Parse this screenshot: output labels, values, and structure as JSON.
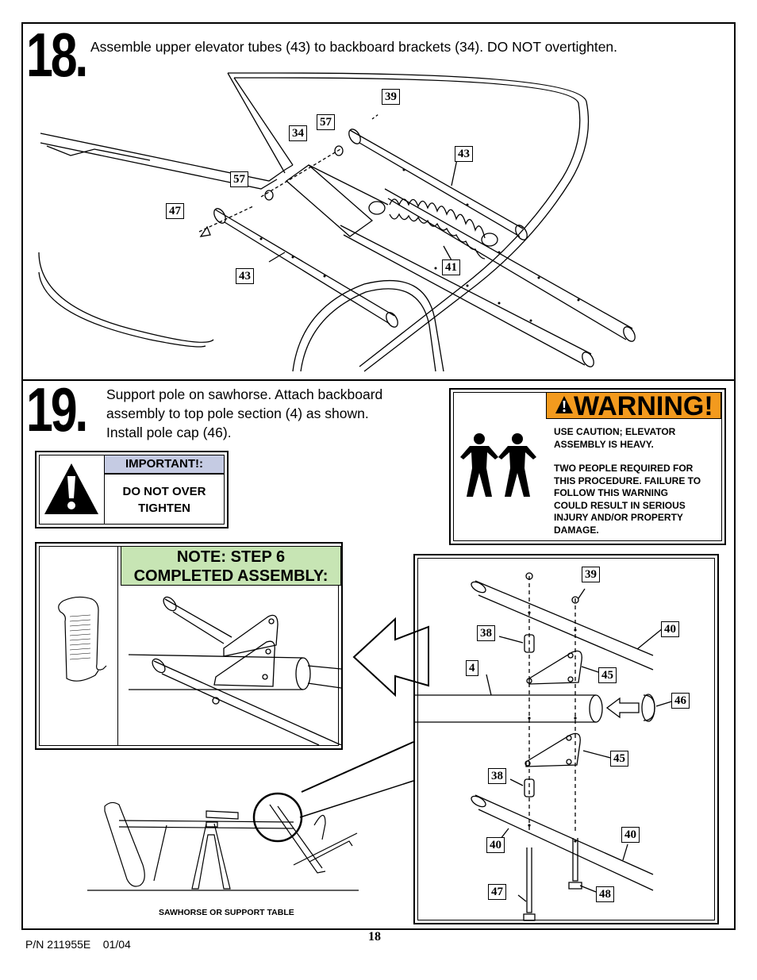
{
  "step18": {
    "number": "18.",
    "instruction": "Assemble upper elevator tubes (43) to backboard brackets (34). DO NOT overtighten.",
    "callouts": [
      "39",
      "57",
      "34",
      "43",
      "57",
      "47",
      "43",
      "41"
    ]
  },
  "step19": {
    "number": "19.",
    "instruction_line1": "Support pole on sawhorse.  Attach backboard",
    "instruction_line2": "assembly to top pole section (4) as shown.",
    "instruction_line3": "Install pole cap (46)."
  },
  "important": {
    "heading": "IMPORTANT!:",
    "line1": "DO NOT OVER",
    "line2": "TIGHTEN",
    "icon": "exclamation-triangle-icon"
  },
  "warning": {
    "heading": "WARNING!",
    "line1": "USE CAUTION; ELEVATOR",
    "line2": "ASSEMBLY IS HEAVY.",
    "line3": "TWO PEOPLE REQUIRED FOR",
    "line4": "THIS PROCEDURE.  FAILURE TO",
    "line5": "FOLLOW THIS WARNING",
    "line6": "COULD RESULT IN SERIOUS",
    "line7": "INJURY AND/OR PROPERTY",
    "line8": "DAMAGE.",
    "icon": "two-people-icon",
    "color": "#f39a1e"
  },
  "note": {
    "line1": "NOTE: STEP 6",
    "line2": "COMPLETED ASSEMBLY:",
    "color": "#c7e5b4"
  },
  "detail_callouts": {
    "c39": "39",
    "c38a": "38",
    "c40a": "40",
    "c4": "4",
    "c45a": "45",
    "c46": "46",
    "c45b": "45",
    "c38b": "38",
    "c40b": "40",
    "c40c": "40",
    "c47": "47",
    "c48": "48"
  },
  "sawhorse_label": "SAWHORSE OR SUPPORT TABLE",
  "footer": {
    "part_number": "P/N 211955E    01/04",
    "page": "18"
  }
}
